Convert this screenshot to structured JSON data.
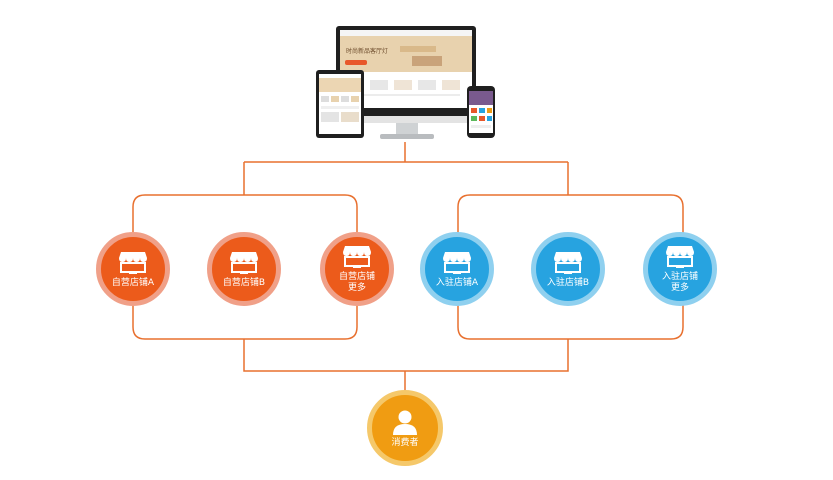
{
  "devices": {
    "monitor_banner_text": "时尚新品客厅灯"
  },
  "self_stores": [
    {
      "label": "自营店铺A"
    },
    {
      "label": "自营店铺B"
    },
    {
      "label": "自营店铺\n更多"
    }
  ],
  "partner_stores": [
    {
      "label": "入驻店铺A"
    },
    {
      "label": "入驻店铺B"
    },
    {
      "label": "入驻店铺\n更多"
    }
  ],
  "consumer": {
    "label": "消费者"
  },
  "colors": {
    "connector": "#e8702f",
    "self_store": "#ec5b1b",
    "partner_store": "#27a3e0",
    "consumer": "#f09c12"
  },
  "icons": {
    "store": "storefront-icon",
    "consumer": "user-icon"
  }
}
